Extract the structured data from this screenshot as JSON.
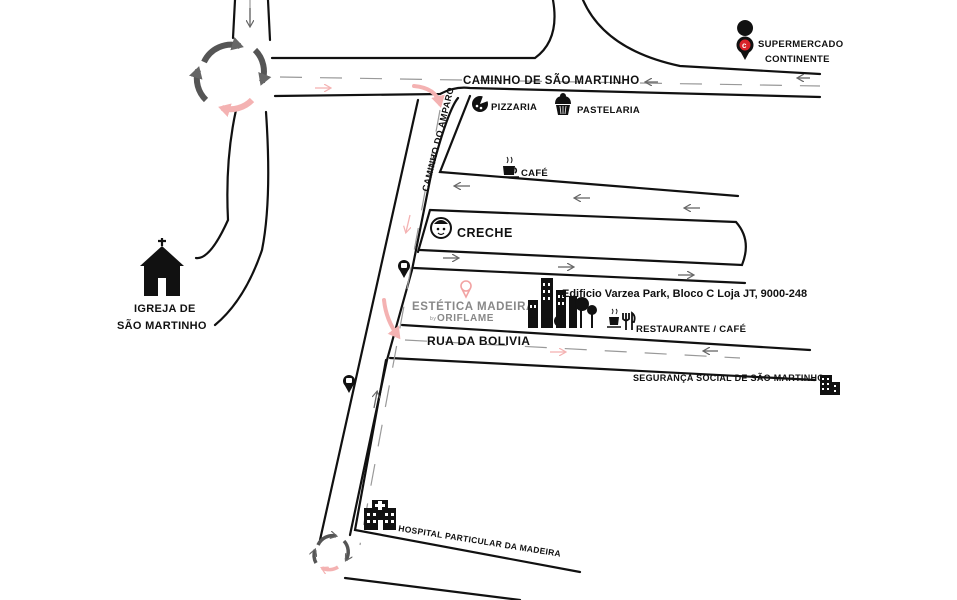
{
  "streets": {
    "caminho_sao_martinho": "CAMINHO DE SÃO MARTINHO",
    "caminho_amparo": "CAMINHO DO AMPARO",
    "rua_bolivia": "RUA DA BOLIVIA"
  },
  "pois": {
    "supermercado_line1": "SUPERMERCADO",
    "supermercado_line2": "CONTINENTE",
    "pizzaria": "PIZZARIA",
    "pastelaria": "PASTELARIA",
    "cafe": "CAFÉ",
    "creche": "CRECHE",
    "igreja_line1": "IGREJA DE",
    "igreja_line2": "SÃO MARTINHO",
    "restaurante": "RESTAURANTE / CAFÉ",
    "seguranca": "SEGURANÇA SOCIAL DE SÃO MARTINHO",
    "hospital": "HOSPITAL PARTICULAR DA MADEIRA",
    "address": "Edificio Varzea Park, Bloco C Loja JT, 9000-248"
  },
  "brand": {
    "name": "ESTÉTICA MADEIRA",
    "by": "by",
    "partner": "ORIFLAME",
    "color": "#f2a3a3"
  },
  "colors": {
    "road": "#111111",
    "arrow_gray": "#666666",
    "arrow_pink": "#f4b2b2",
    "dash": "#999999"
  },
  "icons": [
    "supermarket-pin-icon",
    "pizza-icon",
    "cupcake-icon",
    "coffee-cup-icon",
    "baby-face-icon",
    "church-icon",
    "map-pin-icon",
    "buildings-icon",
    "cutlery-icon",
    "office-building-icon",
    "hospital-icon",
    "roundabout-icon"
  ]
}
